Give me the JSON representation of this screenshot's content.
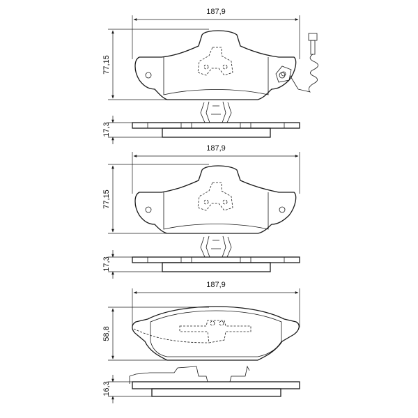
{
  "dimensions": {
    "top_pad_width": "187,9",
    "top_pad_height": "77,15",
    "top_pad_thickness": "17,3",
    "middle_pad_width": "187,9",
    "middle_pad_height": "77,15",
    "middle_pad_thickness": "17,3",
    "bottom_pad_width": "187,9",
    "bottom_pad_height": "58,8",
    "bottom_pad_thickness": "16,3"
  }
}
